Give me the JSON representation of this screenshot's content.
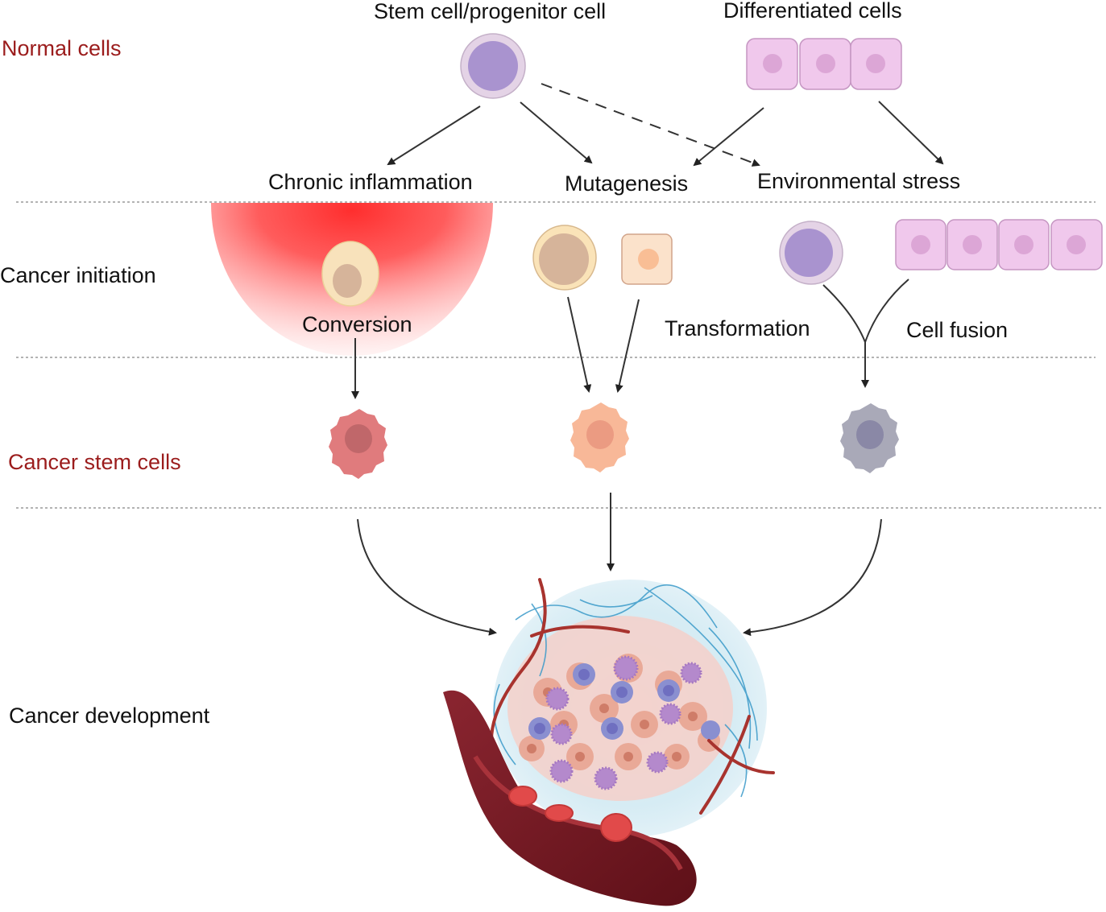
{
  "stages": {
    "normal": {
      "label": "Normal cells",
      "color": "#9b1c1c"
    },
    "initiation": {
      "label": "Cancer initiation",
      "color": "#111111"
    },
    "csc": {
      "label": "Cancer stem cells",
      "color": "#9b1c1c"
    },
    "development": {
      "label": "Cancer development",
      "color": "#111111"
    }
  },
  "normal_cells": {
    "stem_cell_label": "Stem cell/progenitor cell",
    "differentiated_label": "Differentiated cells"
  },
  "causes": {
    "chronic_inflammation": "Chronic inflammation",
    "mutagenesis": "Mutagenesis",
    "environmental_stress": "Environmental stress"
  },
  "mechanisms": {
    "conversion": "Conversion",
    "transformation": "Transformation",
    "cell_fusion": "Cell fusion"
  },
  "colors": {
    "stem_cell": "#a993cf",
    "differentiated_cell": "#f0c8ec",
    "inflammation": "#ff3b3b",
    "csc_red": "#e07b7d",
    "csc_peach": "#f8b898",
    "csc_gray": "#a9a9b8",
    "vessel": "#7a1a22",
    "stroma": "#cde8f2"
  }
}
